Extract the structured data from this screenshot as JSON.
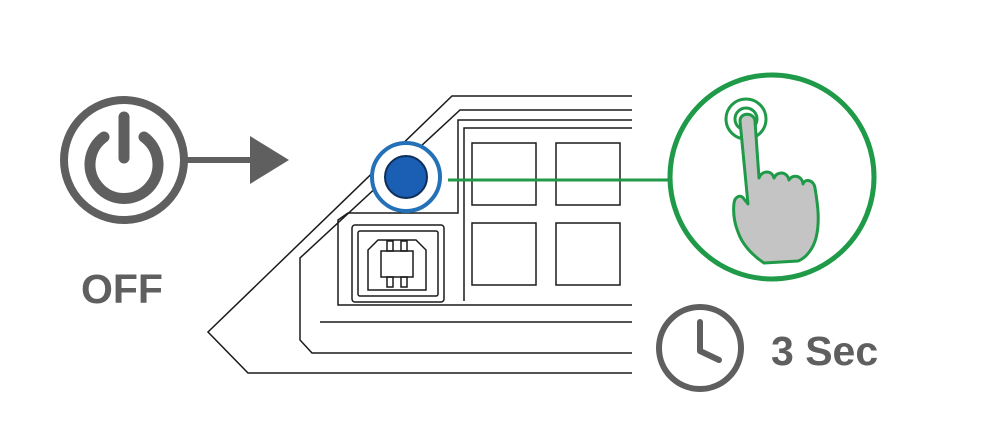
{
  "power": {
    "state_label": "OFF",
    "icon": "power-icon"
  },
  "timer": {
    "duration_label": "3 Sec",
    "icon": "clock-icon"
  },
  "device": {
    "power_button_icon": "blue-button",
    "usb_port_icon": "usb-b-port-icon"
  },
  "callout": {
    "icon": "finger-press-icon"
  },
  "colors": {
    "icon_gray": "#5f5f5f",
    "power_button_blue": "#1a5fb4",
    "highlight_ring_blue": "#2471b8",
    "callout_green": "#1f9a48",
    "finger_fill": "#c4c4c4",
    "outline_black": "#1a1a1a"
  }
}
